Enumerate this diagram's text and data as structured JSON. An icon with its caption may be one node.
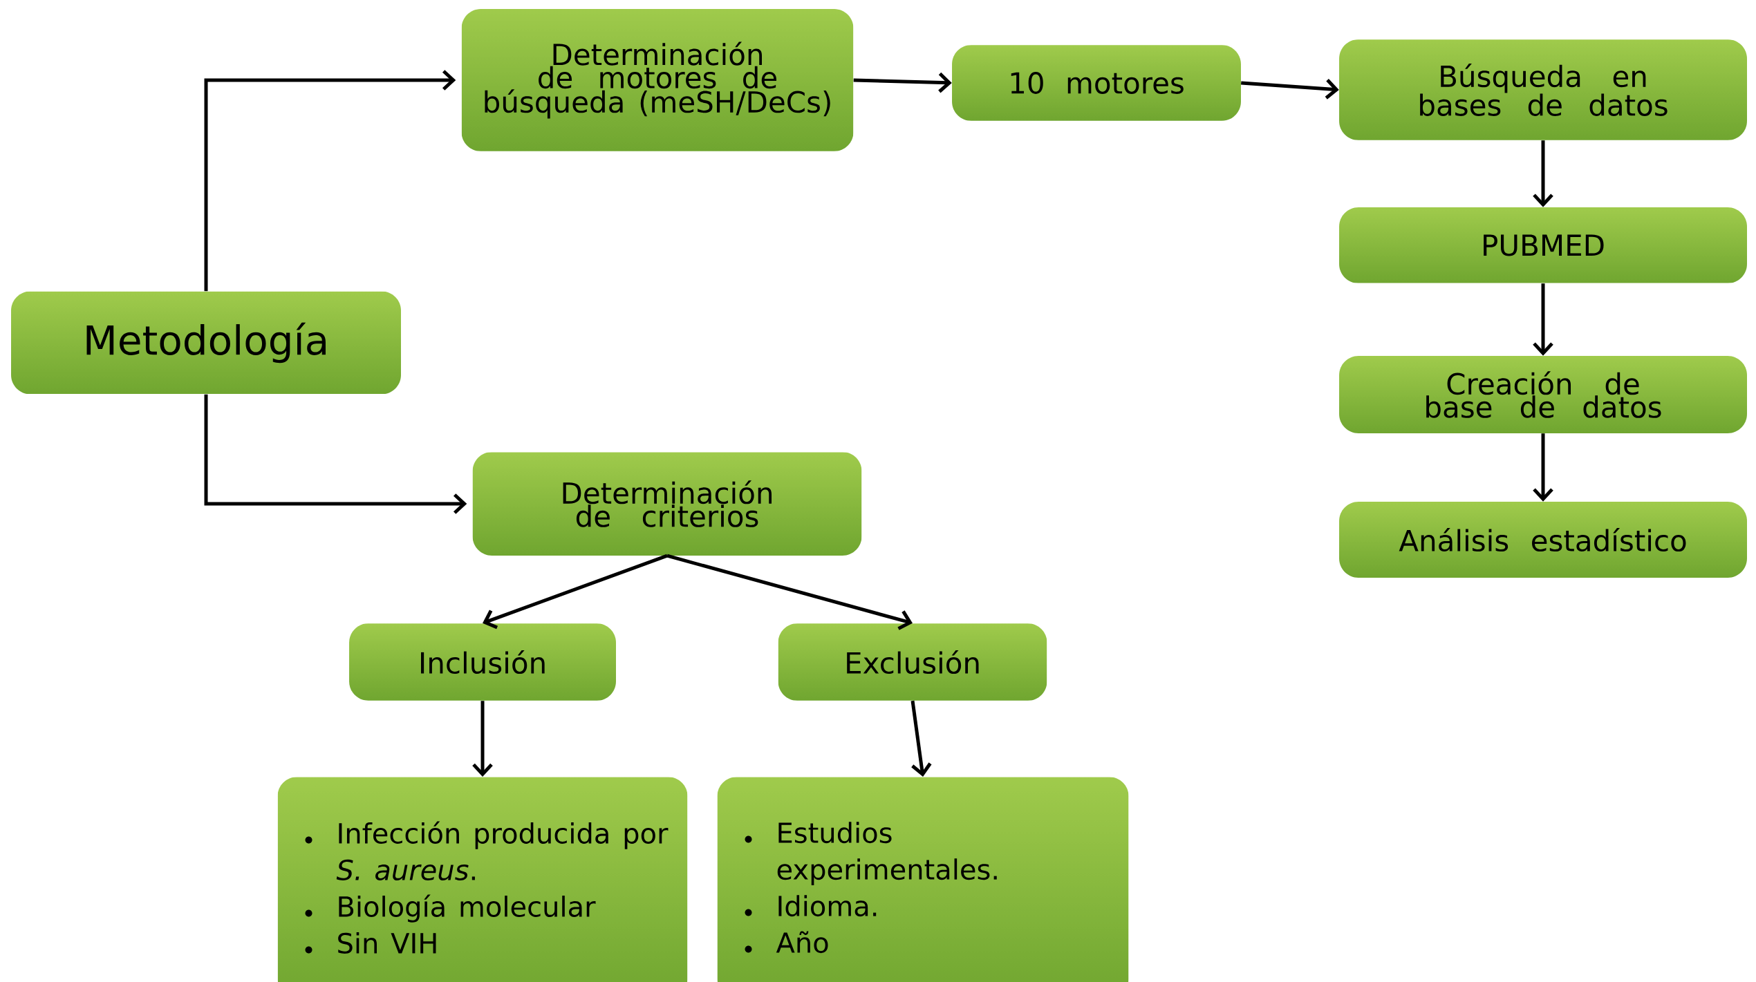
{
  "diagram": {
    "nodes": [
      {
        "text": [
          "Metodología"
        ]
      },
      {
        "text": [
          "Determinación de motores de búsqueda (meSH/DeCs)"
        ]
      },
      {
        "text": [
          "10 motores"
        ]
      },
      {
        "text": [
          "Búsqueda en bases de datos"
        ]
      },
      {
        "text": [
          "PUBMED"
        ]
      },
      {
        "text": [
          "Creación de base de datos"
        ]
      },
      {
        "text": [
          "Análisis estadístico"
        ]
      },
      {
        "text": [
          "Determinación de criterios"
        ]
      },
      {
        "text": [
          "Inclusión"
        ]
      },
      {
        "text": [
          "Exclusión"
        ]
      },
      {
        "text": [
          "Infección producida por *S. aureus*.",
          "Biología molecular",
          "Sin VIH"
        ]
      },
      {
        "text": [
          "Estudios experimentales.",
          "Idioma.",
          "Año"
        ]
      }
    ],
    "edges": [
      {
        "from": 0,
        "to": 1,
        "arrow": "to"
      },
      {
        "from": 0,
        "to": 7,
        "arrow": "to"
      },
      {
        "from": 1,
        "to": 2,
        "arrow": "to"
      },
      {
        "from": 2,
        "to": 3,
        "arrow": "to"
      },
      {
        "from": 3,
        "to": 4,
        "arrow": "to"
      },
      {
        "from": 4,
        "to": 5,
        "arrow": "to"
      },
      {
        "from": 5,
        "to": 6,
        "arrow": "to"
      },
      {
        "from": 7,
        "to": 8,
        "arrow": "to"
      },
      {
        "from": 7,
        "to": 9,
        "arrow": "to"
      },
      {
        "from": 8,
        "to": 10,
        "arrow": "to"
      },
      {
        "from": 9,
        "to": 11,
        "arrow": "to"
      }
    ]
  }
}
